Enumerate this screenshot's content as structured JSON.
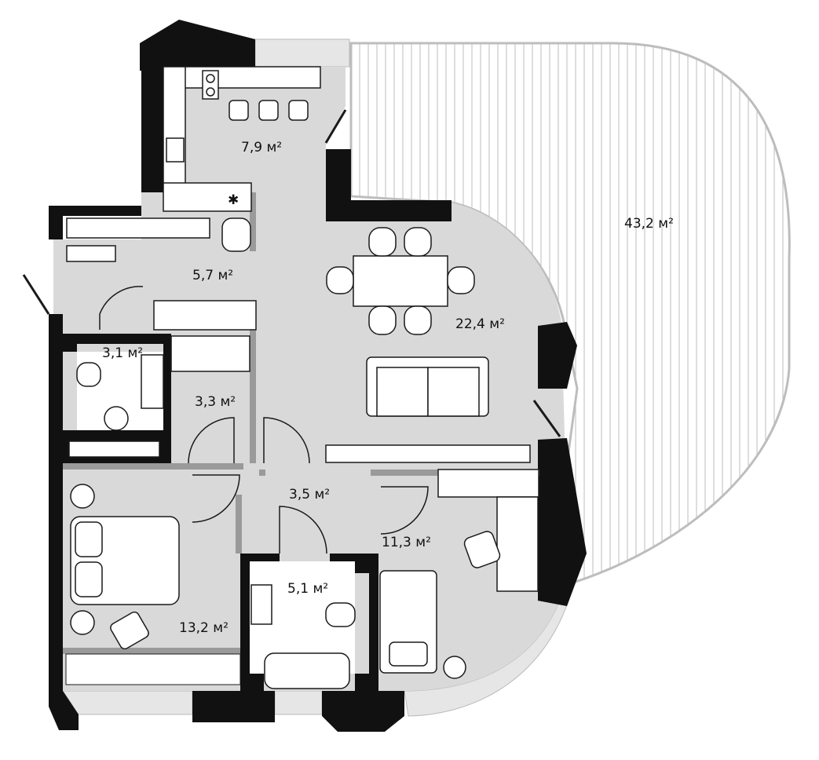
{
  "plan": {
    "rooms": [
      {
        "id": "kitchen",
        "label": "7,9 м²"
      },
      {
        "id": "hall",
        "label": "5,7 м²"
      },
      {
        "id": "wc",
        "label": "3,1 м²"
      },
      {
        "id": "wardrobe",
        "label": "3,3 м²"
      },
      {
        "id": "living",
        "label": "22,4 м²"
      },
      {
        "id": "terrace",
        "label": "43,2 м²"
      },
      {
        "id": "corridor",
        "label": "3,5 м²"
      },
      {
        "id": "bedroom-small",
        "label": "11,3 м²"
      },
      {
        "id": "bathroom",
        "label": "5,1 м²"
      },
      {
        "id": "bedroom-master",
        "label": "13,2 м²"
      }
    ],
    "colors": {
      "floor": "#d9d9d9",
      "wall": "#111111",
      "terrace_line": "#bdbdbd",
      "partition": "#9a9a9a"
    }
  }
}
